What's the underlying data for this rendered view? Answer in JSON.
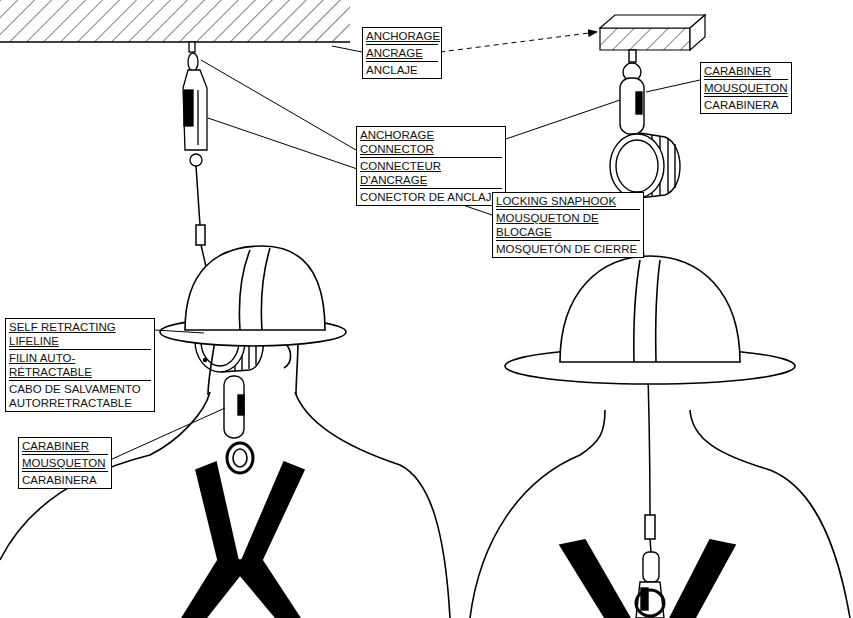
{
  "diagram": {
    "nodes": [
      {
        "text": [
          "ANCHORAGE",
          "ANCRAGE",
          "ANCLAJE"
        ]
      },
      {
        "text": [
          "CARABINER",
          "MOUSQUETON",
          "CARABINERA"
        ]
      },
      {
        "text": [
          "ANCHORAGE CONNECTOR",
          "CONNECTEUR D'ANCRAGE",
          "CONECTOR DE ANCLAJE"
        ]
      },
      {
        "text": [
          "LOCKING SNAPHOOK",
          "MOUSQUETON DE BLOCAGE",
          "MOSQUETÓN DE CIERRE"
        ]
      },
      {
        "text": [
          "SELF RETRACTING LIFELINE",
          "FILIN AUTO- RÉTRACTABLE",
          "CABO DE SALVAMENTO AUTORRETRACTABLE"
        ]
      },
      {
        "text": [
          "CARABINER",
          "MOUSQUETON",
          "CARABINERA"
        ]
      }
    ]
  }
}
